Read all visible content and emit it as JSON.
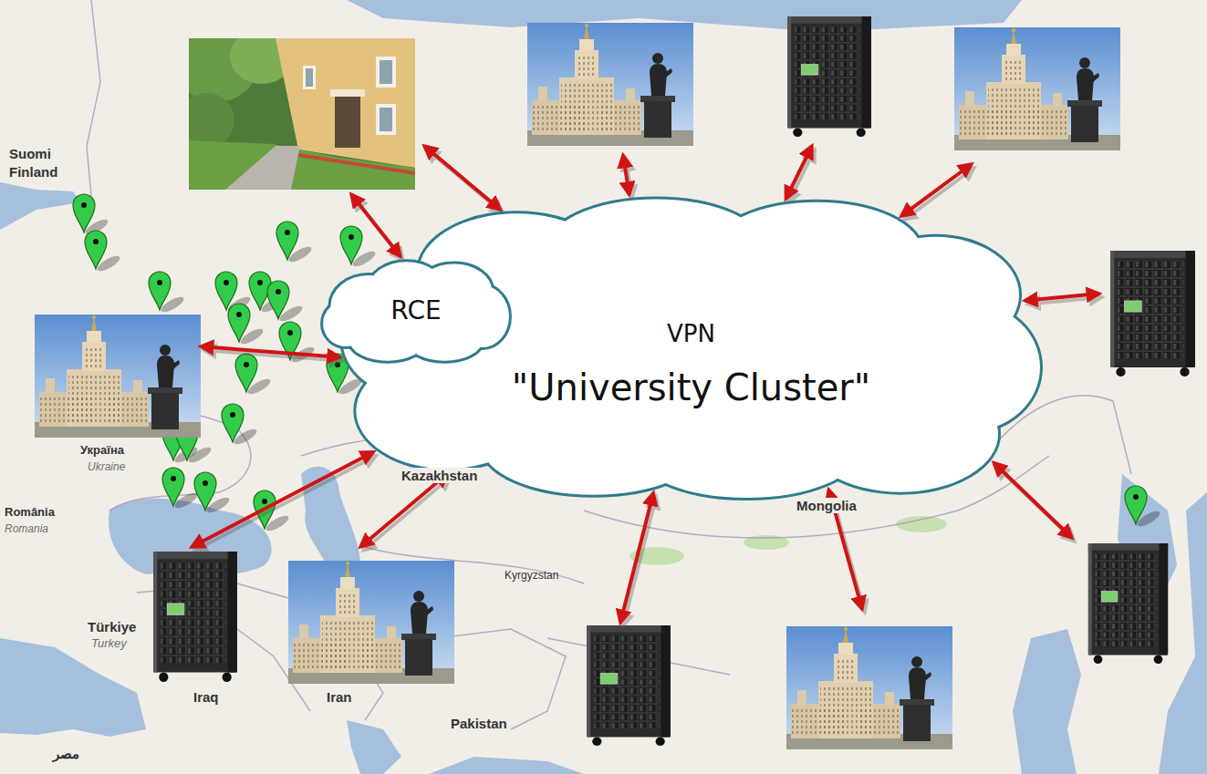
{
  "diagram": {
    "nodes": [
      {
        "text": [
          "RCE"
        ]
      },
      {
        "text": [
          "VPN",
          "\"University Cluster\""
        ]
      }
    ],
    "labels": [
      "Suomi",
      "Finland",
      "Україна",
      "Ukraine",
      "România",
      "Romania",
      "Türkiye",
      "Turkey",
      "Iraq",
      "Iran",
      "Kazakhstan",
      "Kyrgyzstan",
      "Pakistan",
      "Mongolia",
      "مصر"
    ]
  }
}
